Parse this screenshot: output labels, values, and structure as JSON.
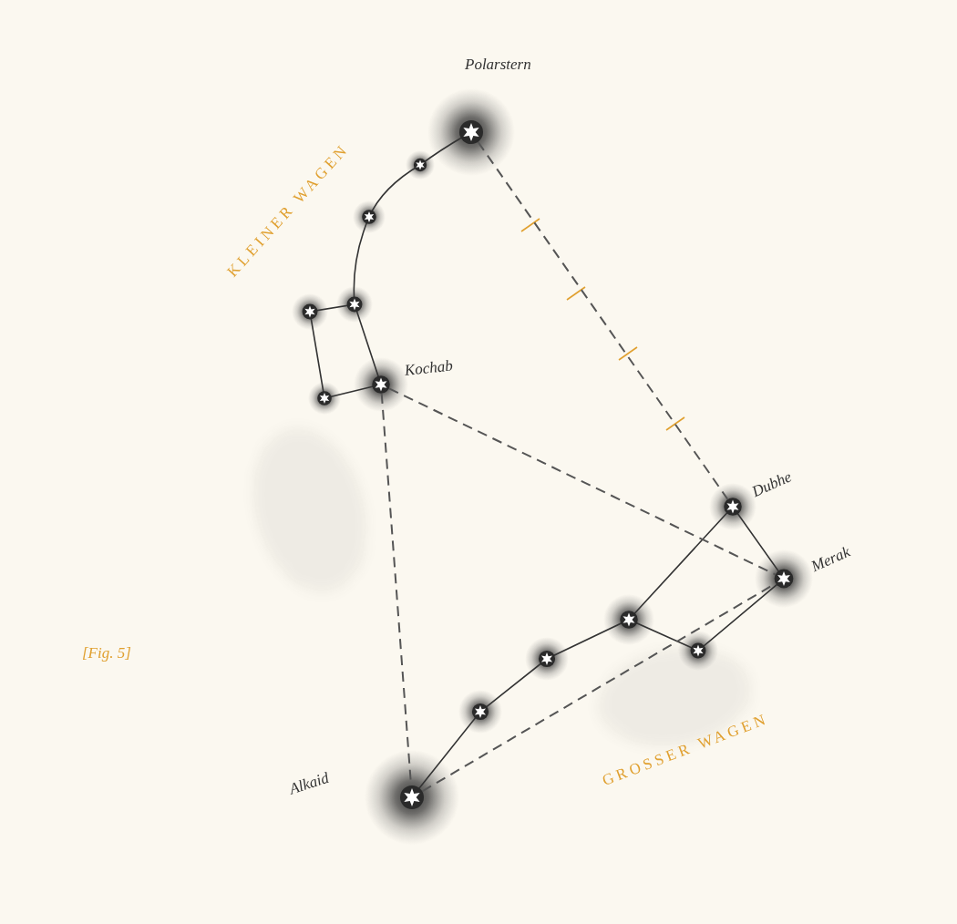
{
  "diagram": {
    "caption": "[Fig. 5]",
    "nodes": [
      {
        "text": [
          "Polarstern"
        ]
      },
      {
        "text": [
          "Kochab"
        ]
      },
      {
        "text": [
          "Dubhe"
        ]
      },
      {
        "text": [
          "Merak"
        ]
      },
      {
        "text": [
          "Alkaid"
        ]
      }
    ],
    "edges": [
      {
        "from": 0,
        "to": 2,
        "arrow": "none"
      },
      {
        "from": 1,
        "to": 3,
        "arrow": "none"
      },
      {
        "from": 1,
        "to": 4,
        "arrow": "none"
      },
      {
        "from": 4,
        "to": 3,
        "arrow": "none"
      }
    ],
    "labels": [
      "KLEINER WAGEN",
      "GROSSER WAGEN"
    ]
  }
}
